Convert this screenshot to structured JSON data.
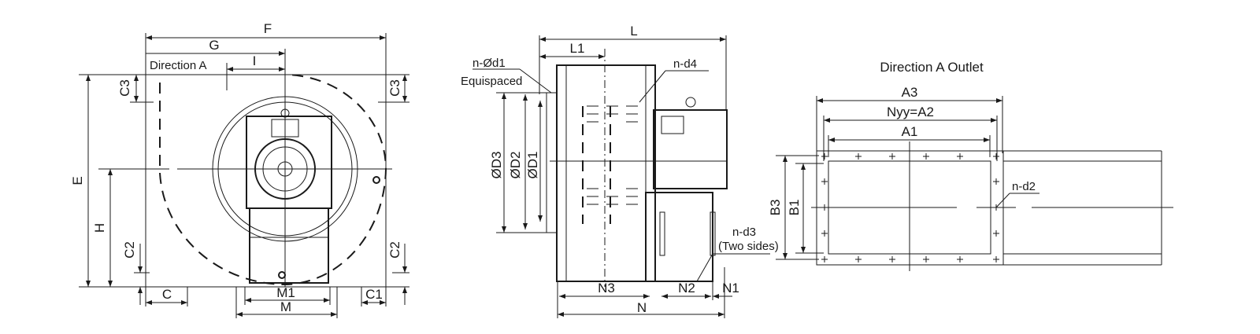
{
  "front_view": {
    "dims": {
      "F": "F",
      "G": "G",
      "I": "I",
      "E": "E",
      "H": "H",
      "C3_left": "C3",
      "C3_right": "C3",
      "C2_left": "C2",
      "C2_right": "C2",
      "C": "C",
      "M1": "M1",
      "M": "M",
      "C1": "C1"
    },
    "direction_label": "Direction A"
  },
  "side_view": {
    "dims": {
      "L": "L",
      "L1": "L1",
      "D3": "ØD3",
      "D2": "ØD2",
      "D1": "ØD1",
      "N3": "N3",
      "N2": "N2",
      "N1": "N1",
      "N": "N"
    },
    "holes_d1": "n-Ød1",
    "holes_d1_note": "Equispaced",
    "holes_d4": "n-d4",
    "holes_d3": "n-d3",
    "holes_d3_note": "(Two sides)"
  },
  "outlet_view": {
    "title": "Direction A Outlet",
    "dims": {
      "A3": "A3",
      "A2": "Nyy=A2",
      "A1": "A1",
      "B3": "B3",
      "B1": "B1"
    },
    "holes_d2": "n-d2"
  }
}
